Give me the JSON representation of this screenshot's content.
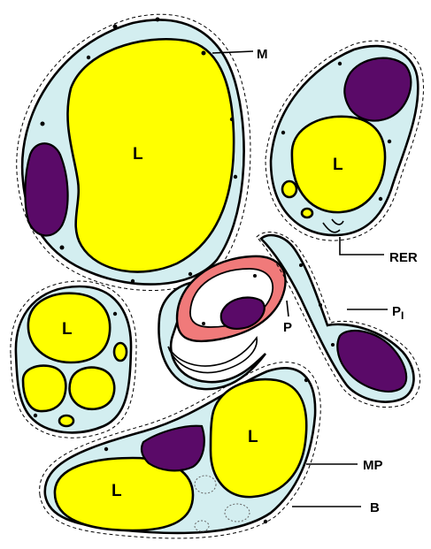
{
  "colors": {
    "lipid": "#ffff00",
    "cytoplasm": "#d3eef0",
    "nucleus": "#5a0a68",
    "capillary_wall": "#f07a7a",
    "outline": "#000000",
    "background": "#ffffff"
  },
  "labels": {
    "l1": "L",
    "l2": "L",
    "l3": "L",
    "l4": "L",
    "l5": "L",
    "m": "M",
    "rer": "RER",
    "p": "P",
    "p1_main": "P",
    "p1_sub": "I",
    "mp": "MP",
    "b": "B"
  }
}
